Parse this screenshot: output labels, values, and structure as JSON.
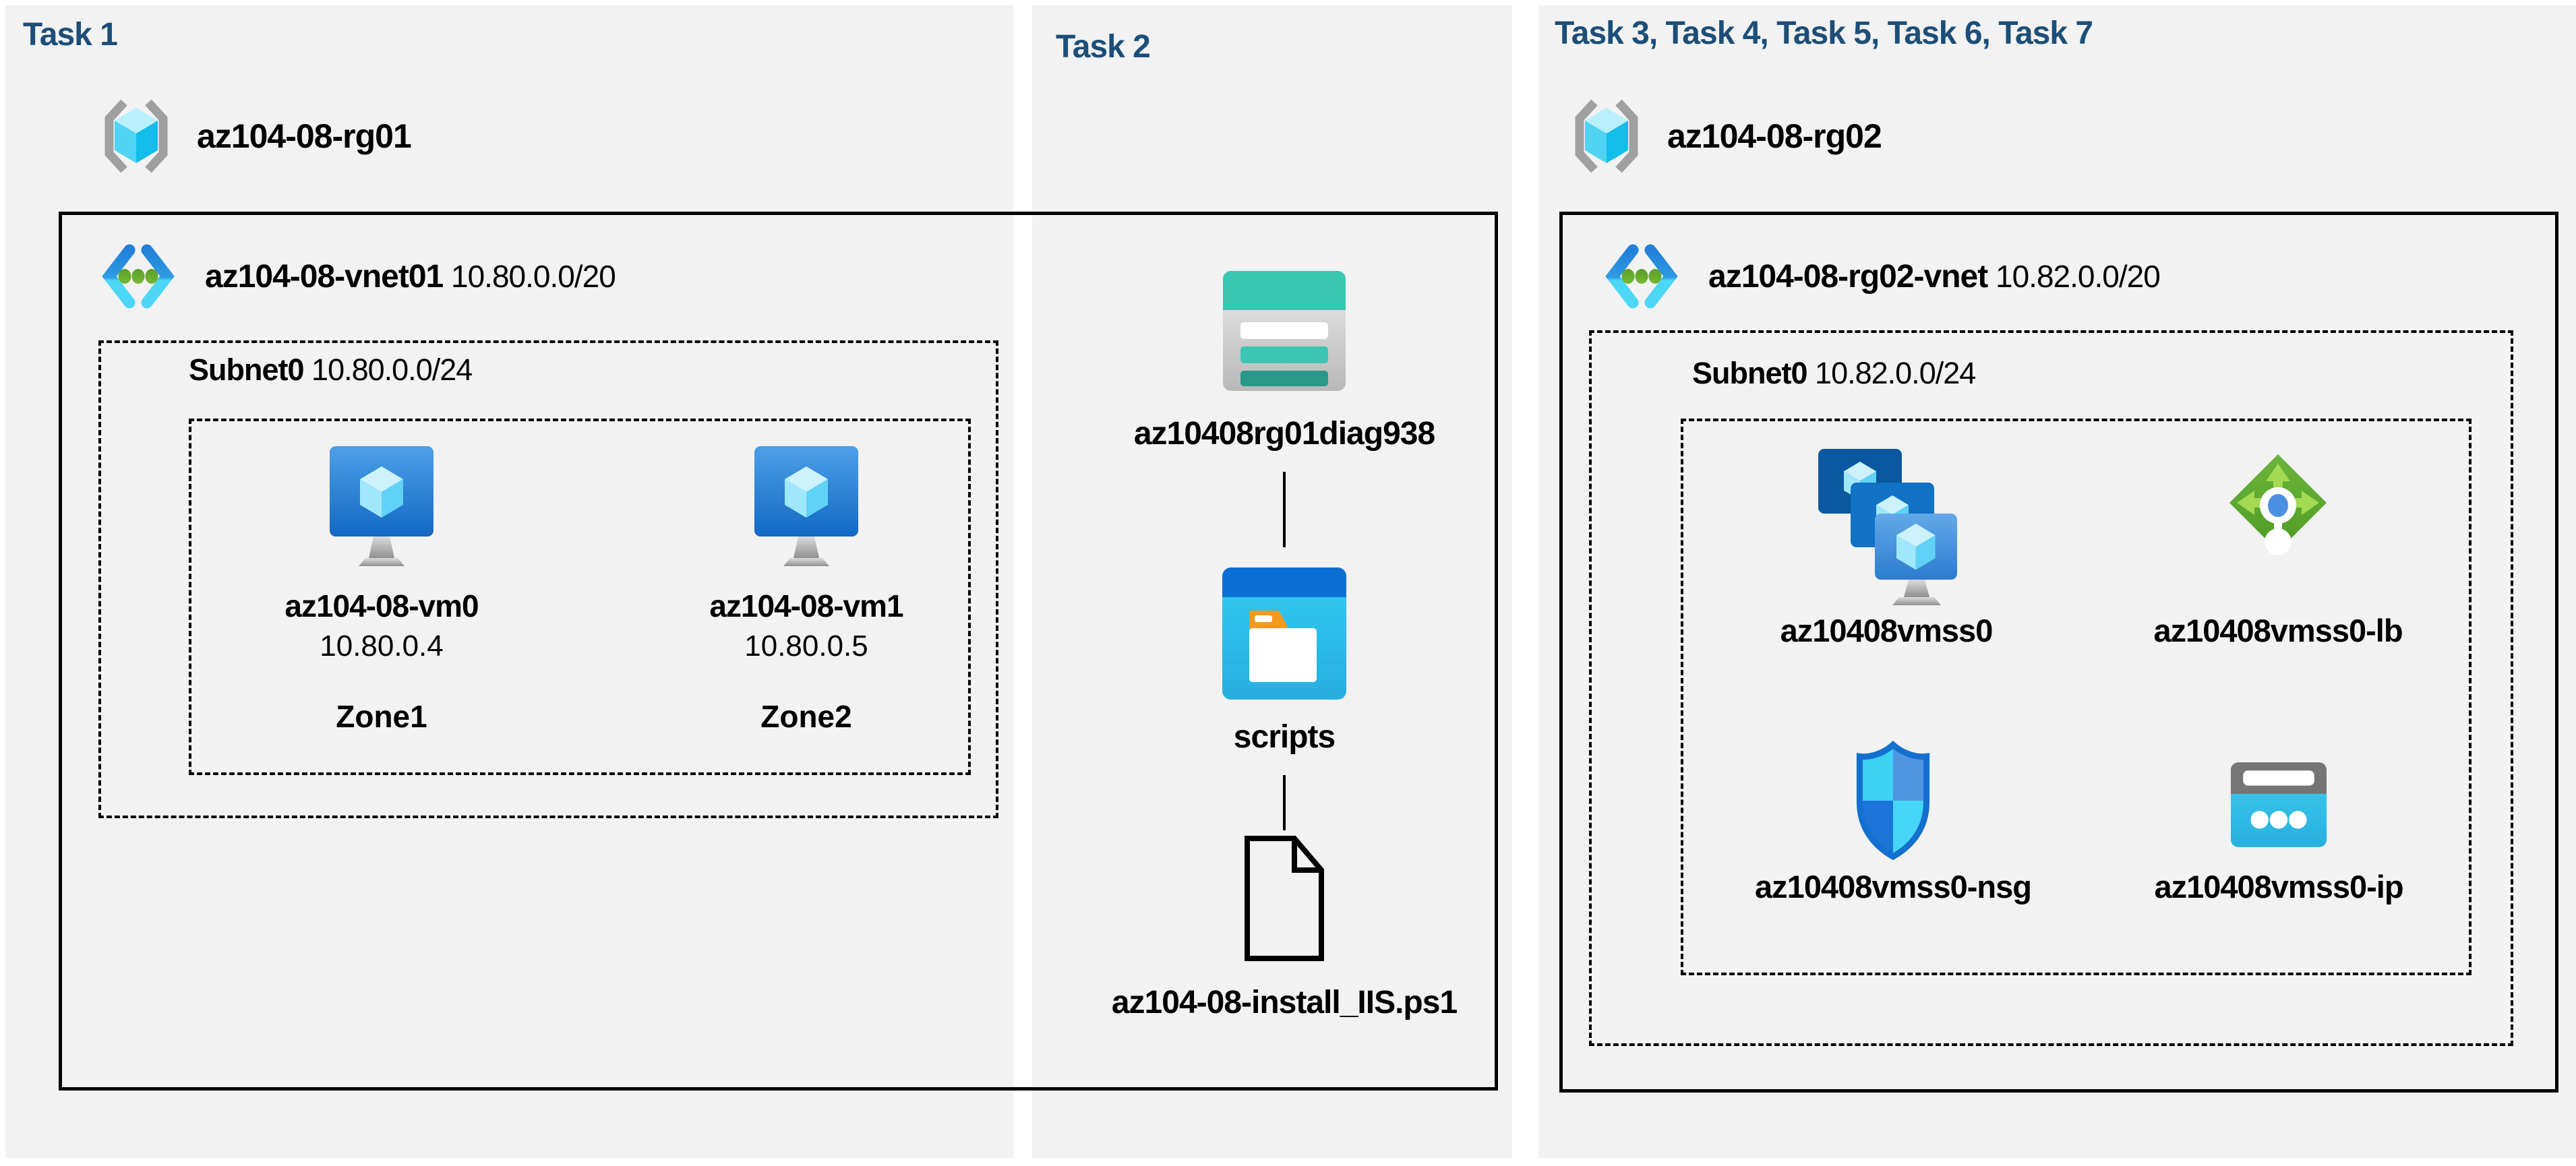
{
  "colors": {
    "title_navy": "#1c4e78",
    "panel_bg": "#f1f2f1",
    "outline_black": "#000000",
    "azure_blue": "#1b7fd4",
    "azure_cyan": "#45d3f8",
    "teal_storage": "#38c7b2",
    "green_lb": "#5fae2e",
    "orange_folder": "#f5991f"
  },
  "panels": [
    {
      "title": "Task 1",
      "resource_group": "az104-08-rg01",
      "vnet_name": "az104-08-vnet01",
      "vnet_cidr": "10.80.0.0/20",
      "subnet_name": "Subnet0",
      "subnet_cidr": "10.80.0.0/24",
      "vms": [
        {
          "name": "az104-08-vm0",
          "ip": "10.80.0.4",
          "zone": "Zone1"
        },
        {
          "name": "az104-08-vm1",
          "ip": "10.80.0.5",
          "zone": "Zone2"
        }
      ]
    },
    {
      "title": "Task 2",
      "storage_account": "az10408rg01diag938",
      "container": "scripts",
      "script_file": "az104-08-install_IIS.ps1"
    },
    {
      "title": "Task 3, Task 4, Task 5, Task 6, Task 7",
      "resource_group": "az104-08-rg02",
      "vnet_name": "az104-08-rg02-vnet",
      "vnet_cidr": "10.82.0.0/20",
      "subnet_name": "Subnet0",
      "subnet_cidr": "10.82.0.0/24",
      "resources": [
        {
          "name": "az10408vmss0",
          "type": "virtual-machine-scale-set"
        },
        {
          "name": "az10408vmss0-lb",
          "type": "load-balancer"
        },
        {
          "name": "az10408vmss0-nsg",
          "type": "network-security-group"
        },
        {
          "name": "az10408vmss0-ip",
          "type": "public-ip-address"
        }
      ]
    }
  ]
}
